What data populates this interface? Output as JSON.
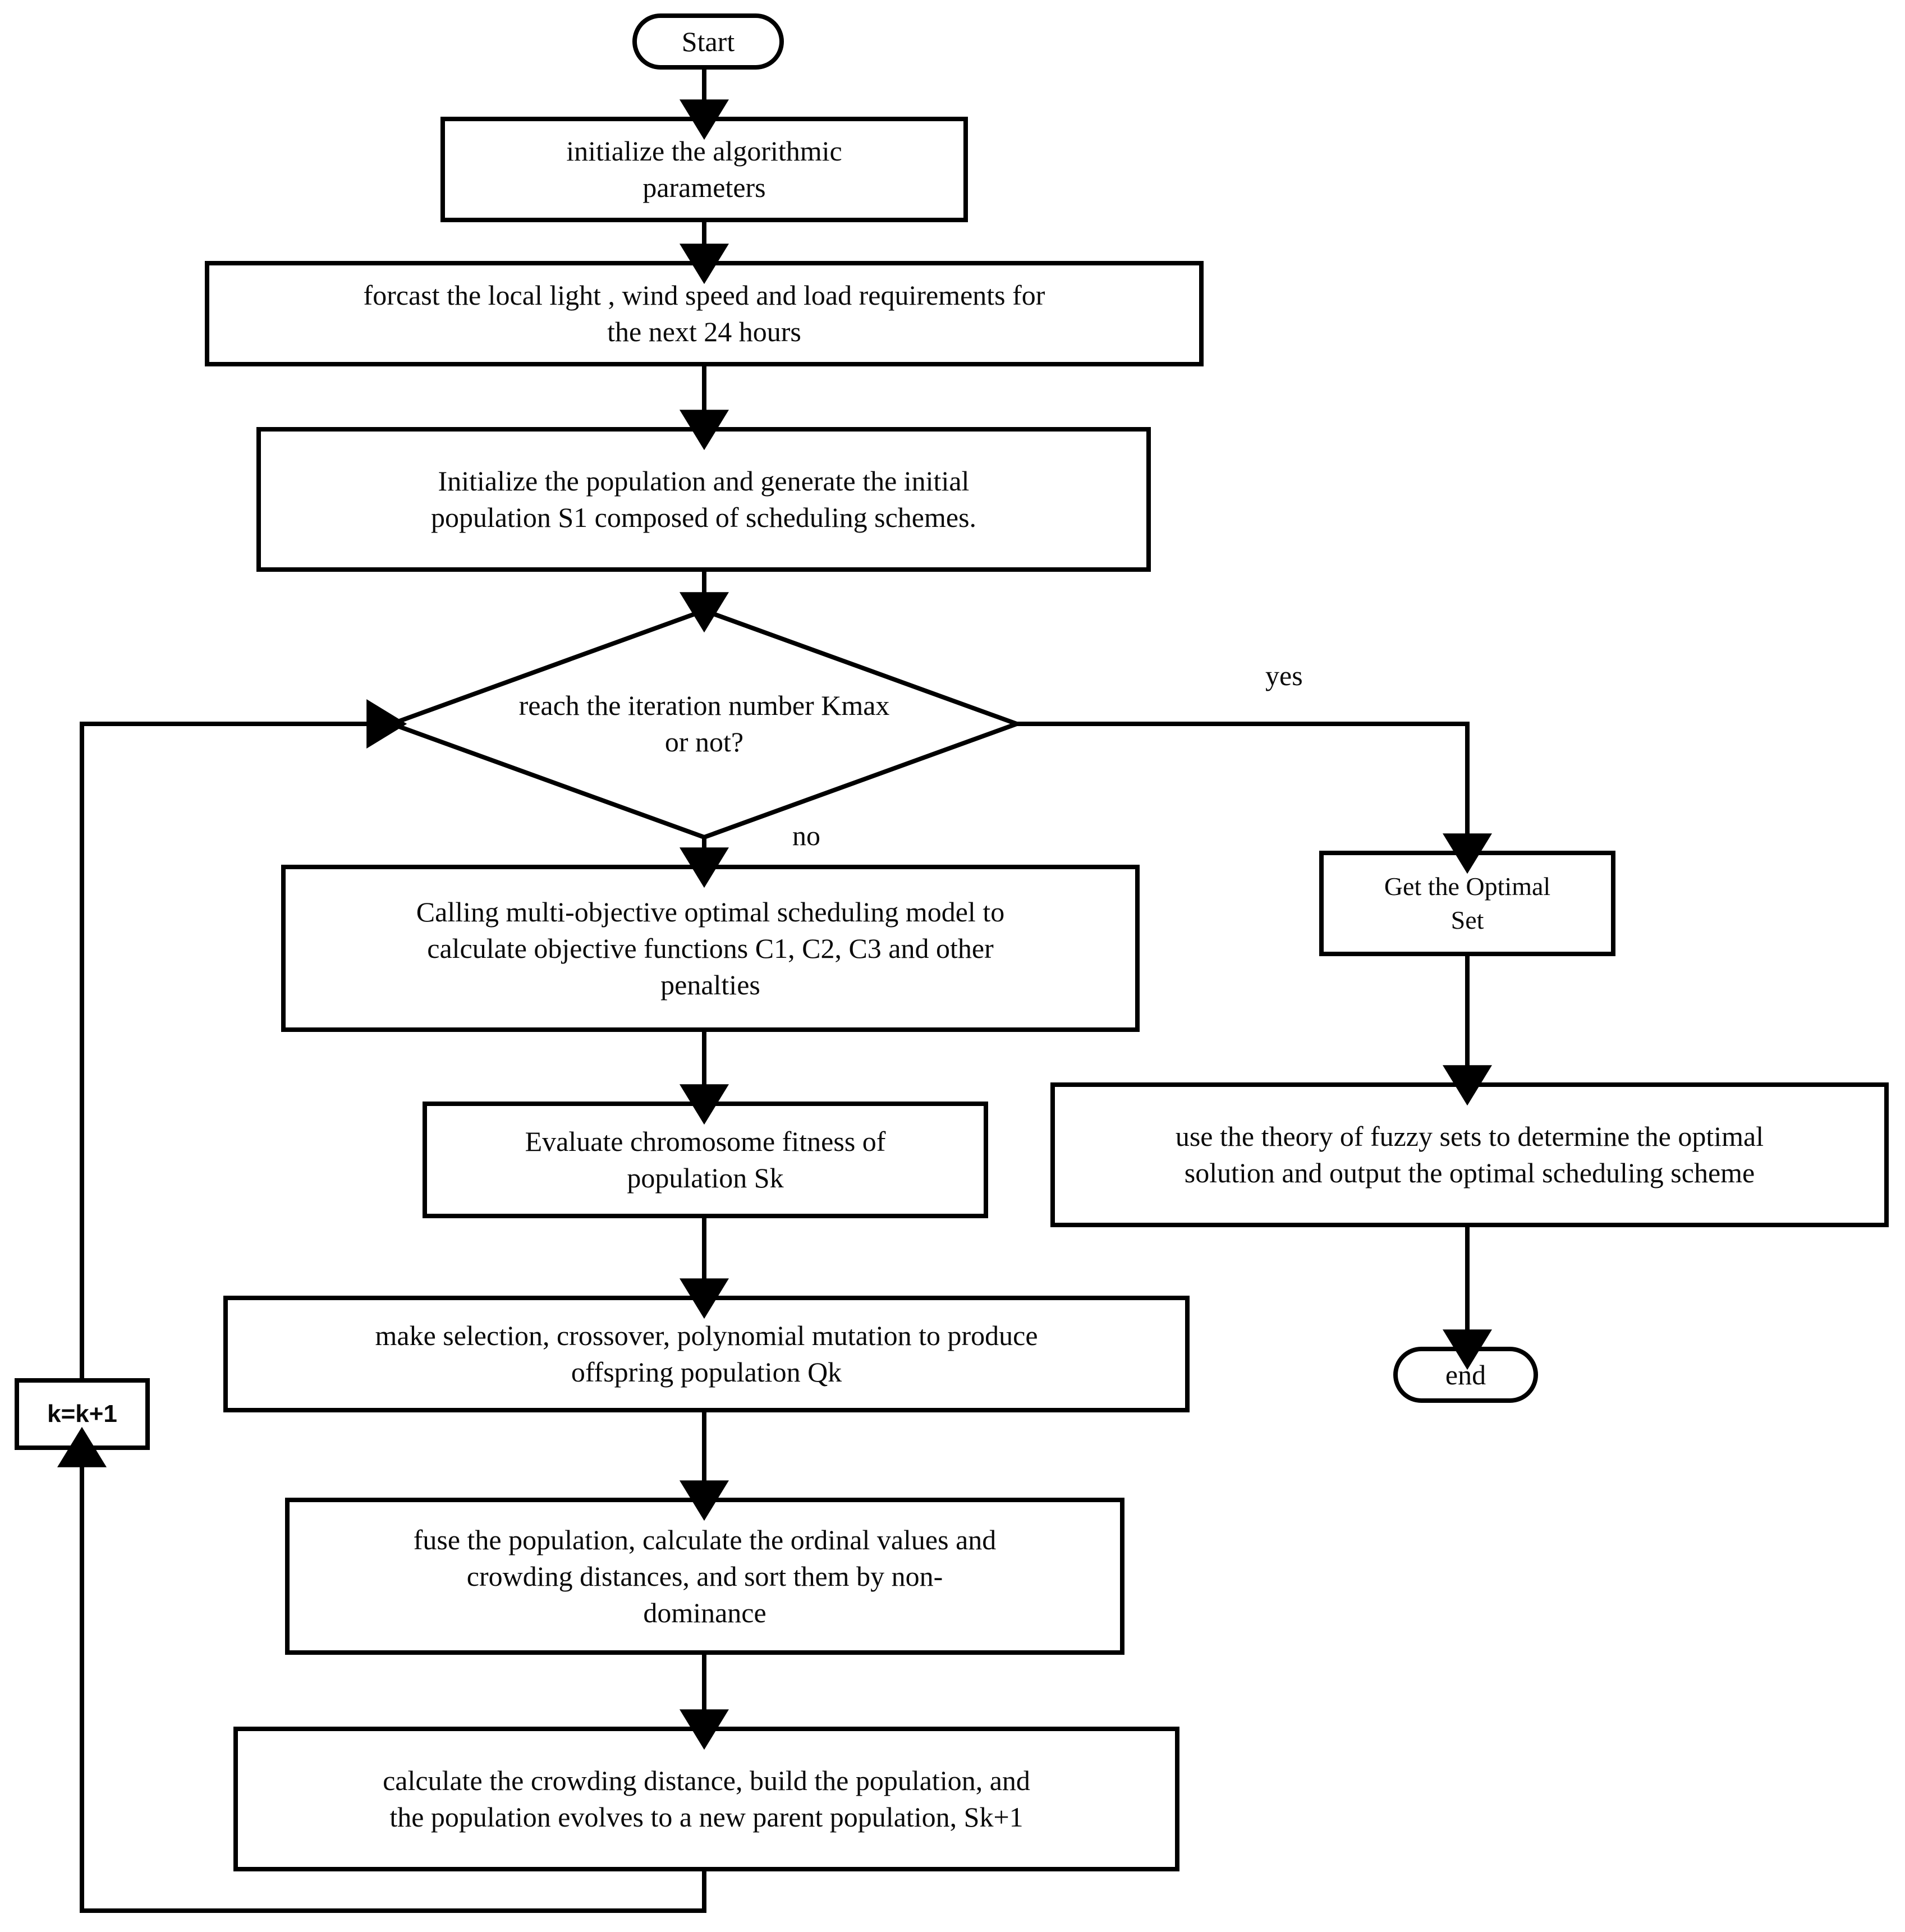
{
  "diagram": {
    "title": "NSGA-II multi-objective scheduling flowchart",
    "stroke_color": "#000000",
    "fill_color": "#ffffff",
    "text_color": "#0a0a0a"
  },
  "nodes": {
    "start": {
      "label": "Start",
      "shape": "terminal"
    },
    "init_params": {
      "label": "initialize the algorithmic\nparameters",
      "shape": "process"
    },
    "forecast": {
      "label": "forcast the local light , wind speed and load requirements for\nthe next 24 hours",
      "shape": "process"
    },
    "init_population": {
      "label": "Initialize the population and generate the initial\npopulation S1 composed of scheduling schemes.",
      "shape": "process"
    },
    "decision": {
      "label": "reach the iteration number Kmax\nor not?",
      "shape": "decision"
    },
    "calling_model": {
      "label": "Calling multi-objective optimal scheduling model to\ncalculate objective functions C1, C2, C3 and other\npenalties",
      "shape": "process"
    },
    "evaluate_fitness": {
      "label": "Evaluate chromosome fitness of\npopulation Sk",
      "shape": "process"
    },
    "selection_crossover": {
      "label": "make selection, crossover, polynomial mutation to produce\noffspring population Qk",
      "shape": "process"
    },
    "fuse_population": {
      "label": "fuse the population, calculate the ordinal values and\ncrowding distances, and sort them by non-\ndominance",
      "shape": "process"
    },
    "crowding_build": {
      "label": "calculate the crowding distance, build the population, and\nthe population evolves to a new parent population, Sk+1",
      "shape": "process"
    },
    "counter": {
      "label": "k=k+1",
      "shape": "process"
    },
    "optimal_set": {
      "label": "Get the Optimal\nSet",
      "shape": "process"
    },
    "fuzzy_sets": {
      "label": "use the theory of fuzzy sets to determine the optimal\nsolution and output the optimal scheduling scheme",
      "shape": "process"
    },
    "end": {
      "label": "end",
      "shape": "terminal"
    }
  },
  "edge_labels": {
    "yes": "yes",
    "no": "no"
  }
}
